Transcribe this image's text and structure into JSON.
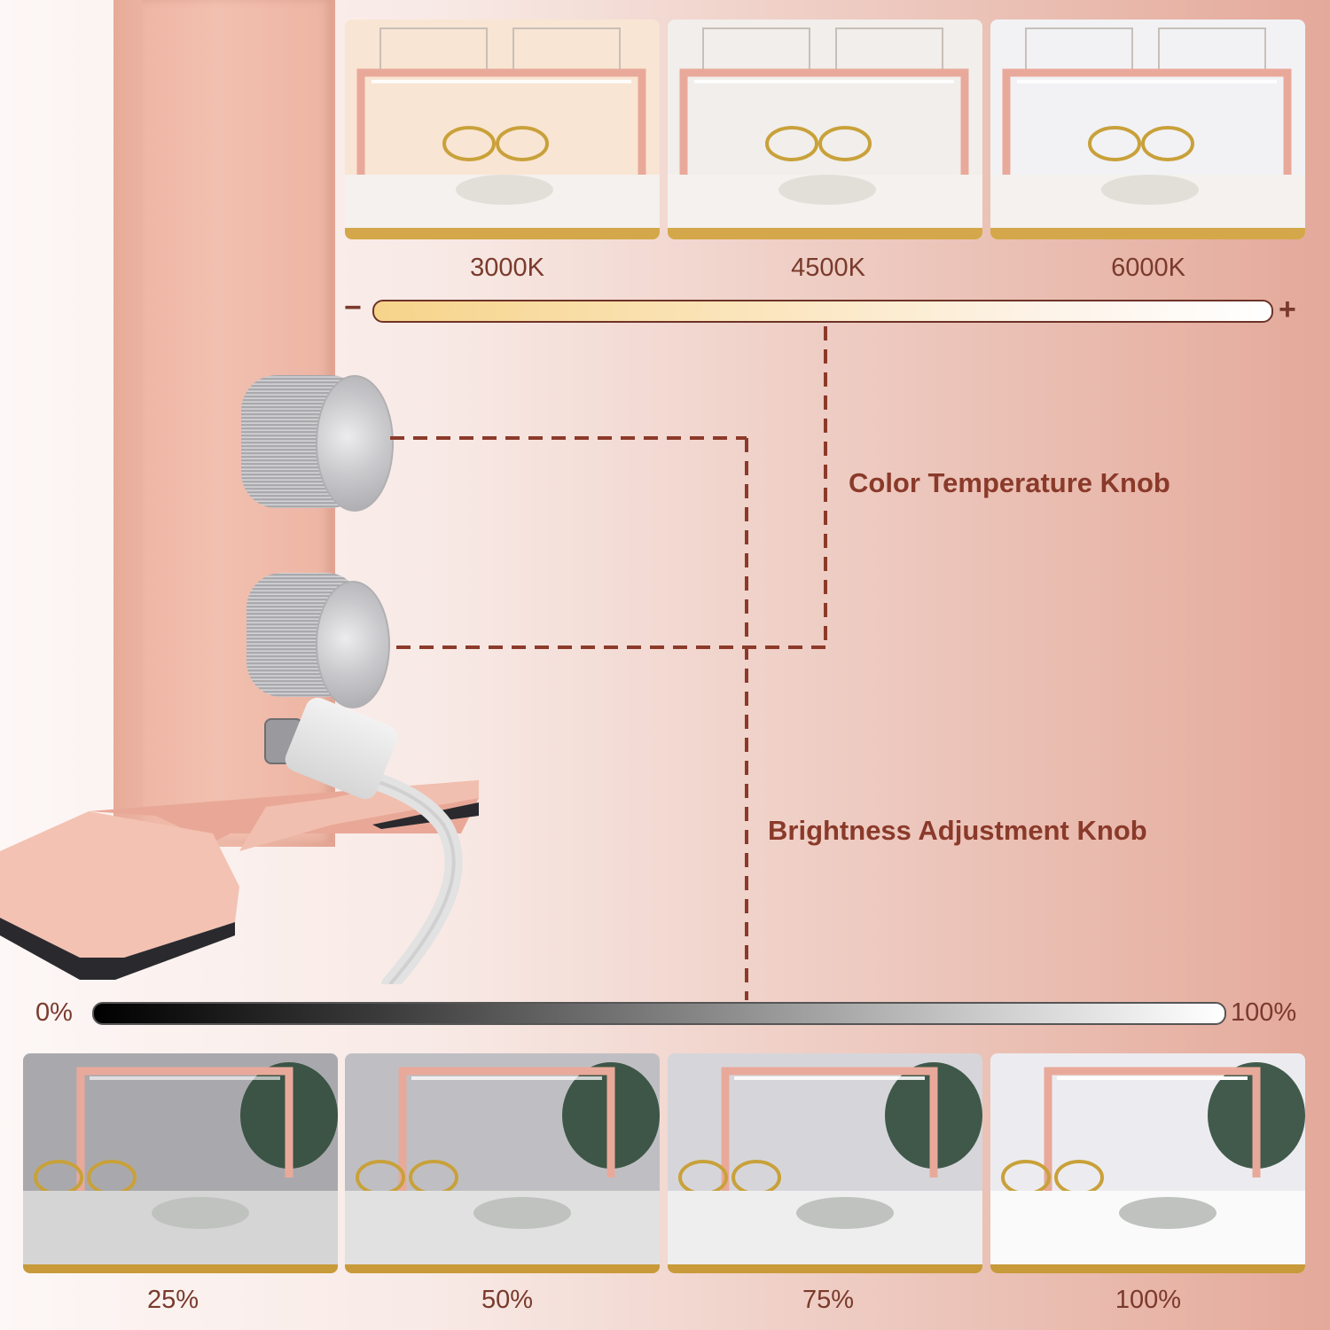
{
  "temperature": {
    "thumbnails": [
      {
        "label": "3000K",
        "tint": "#f7dcc4"
      },
      {
        "label": "4500K",
        "tint": "#ece8e4"
      },
      {
        "label": "6000K",
        "tint": "#eeeef2"
      }
    ],
    "minus": "−",
    "plus": "+",
    "bar_colors": [
      "#f6d48a",
      "#ffffff"
    ]
  },
  "callouts": {
    "color_temp": "Color Temperature Knob",
    "brightness": "Brightness Adjustment Knob"
  },
  "brightness": {
    "min_label": "0%",
    "max_label": "100%",
    "thumbnails": [
      {
        "label": "25%",
        "level": 0.25
      },
      {
        "label": "50%",
        "level": 0.5
      },
      {
        "label": "75%",
        "level": 0.75
      },
      {
        "label": "100%",
        "level": 1.0
      }
    ]
  },
  "colors": {
    "accent": "#7a3a2c",
    "lamp_pink": "#efb8a8"
  }
}
